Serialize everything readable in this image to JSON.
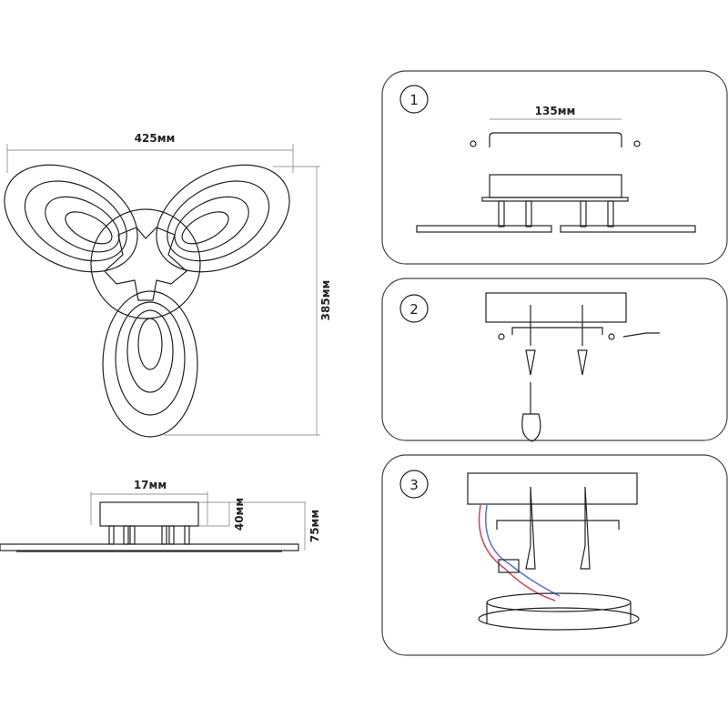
{
  "top_view": {
    "width_label": "425мм",
    "height_label": "385мм"
  },
  "side_view": {
    "base_width_label": "17мм",
    "base_height_label": "40мм",
    "total_height_label": "75мм"
  },
  "steps": [
    {
      "number": "1",
      "dimension_label": "135мм"
    },
    {
      "number": "2"
    },
    {
      "number": "3"
    }
  ],
  "colors": {
    "wire_red": "#d0455a",
    "wire_blue": "#5a6fd0",
    "line": "#222222"
  }
}
